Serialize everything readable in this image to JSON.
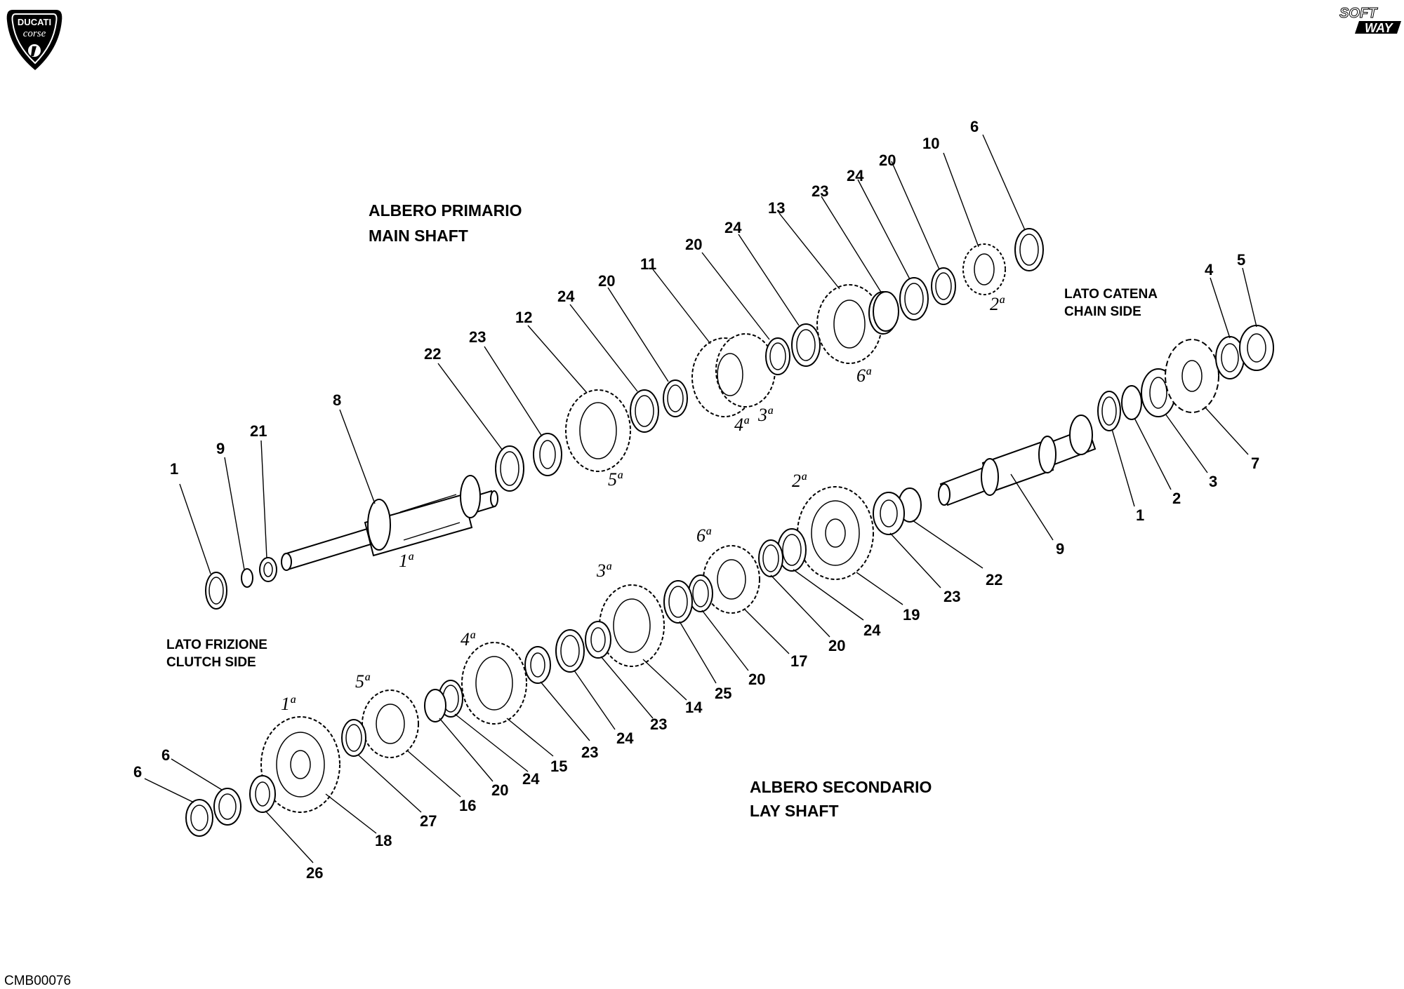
{
  "brand": {
    "logo_top": "DUCATI",
    "logo_bottom": "corse",
    "softway_top": "SOFT",
    "softway_bottom": "WAY"
  },
  "headings": {
    "main_shaft_it": "ALBERO PRIMARIO",
    "main_shaft_en": "MAIN SHAFT",
    "lay_shaft_it": "ALBERO SECONDARIO",
    "lay_shaft_en": "LAY SHAFT",
    "chain_side_it": "LATO CATENA",
    "chain_side_en": "CHAIN SIDE",
    "clutch_side_it": "LATO FRIZIONE",
    "clutch_side_en": "CLUTCH SIDE"
  },
  "drawing_code": "CMB00076",
  "gear_marks": {
    "first": "1ª",
    "second": "2ª",
    "third": "3ª",
    "fourth": "4ª",
    "fifth": "5ª",
    "sixth": "6ª"
  },
  "main_shaft_callouts": [
    "1",
    "9",
    "21",
    "8",
    "22",
    "23",
    "12",
    "24",
    "20",
    "11",
    "20",
    "24",
    "13",
    "23",
    "24",
    "20",
    "10",
    "6"
  ],
  "lay_shaft_callouts": [
    "6",
    "6",
    "26",
    "18",
    "27",
    "16",
    "20",
    "24",
    "15",
    "23",
    "24",
    "23",
    "14",
    "25",
    "20",
    "17",
    "20",
    "24",
    "19",
    "23",
    "22",
    "9",
    "1",
    "2",
    "3",
    "7",
    "4",
    "5"
  ]
}
